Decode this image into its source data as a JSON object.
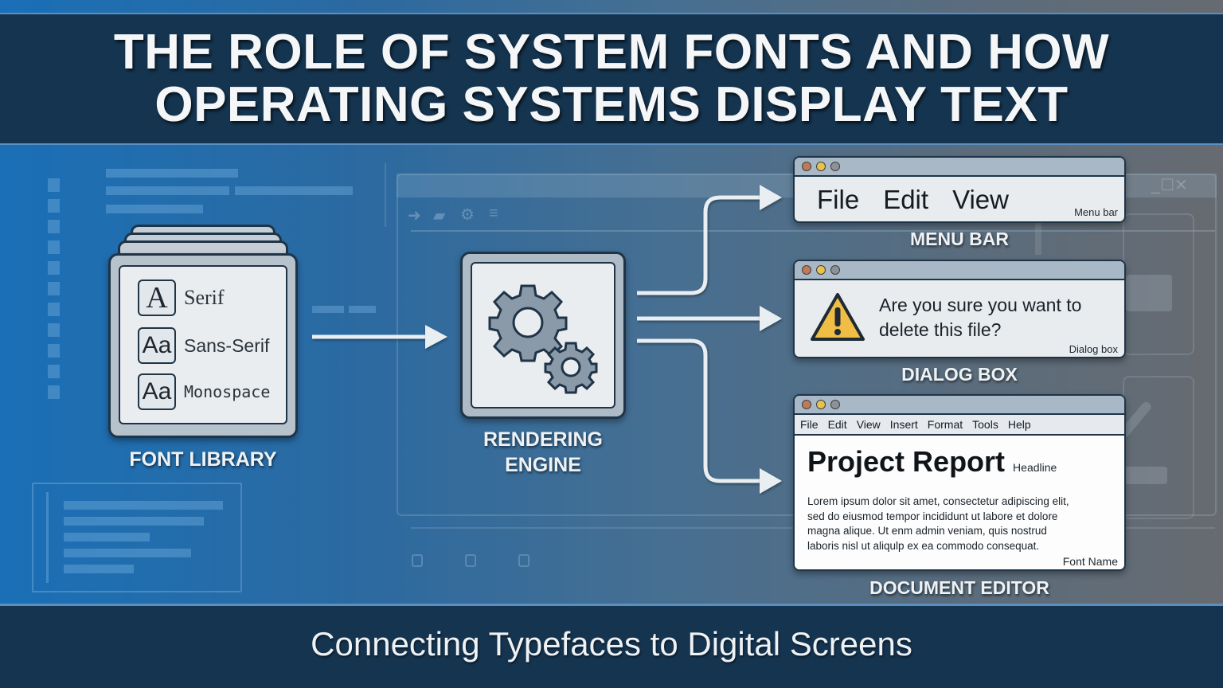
{
  "header": {
    "title_line1": "THE ROLE OF SYSTEM FONTS AND HOW",
    "title_line2": "OPERATING SYSTEMS DISPLAY TEXT"
  },
  "footer": {
    "subtitle": "Connecting Typefaces to Digital Screens"
  },
  "font_library": {
    "label": "FONT LIBRARY",
    "fonts": [
      {
        "glyph": "A",
        "name": "Serif"
      },
      {
        "glyph": "Aa",
        "name": "Sans-Serif"
      },
      {
        "glyph": "Aa",
        "name": "Monospace"
      }
    ]
  },
  "rendering_engine": {
    "label_line1": "RENDERING",
    "label_line2": "ENGINE",
    "icon": "gears-icon"
  },
  "menu_bar_window": {
    "label": "MENU BAR",
    "items": [
      "File",
      "Edit",
      "View"
    ],
    "corner_label": "Menu bar"
  },
  "dialog_window": {
    "label": "DIALOG BOX",
    "icon": "warning-icon",
    "message_line1": "Are you sure you want to",
    "message_line2": "delete this file?",
    "corner_label": "Dialog box"
  },
  "document_window": {
    "label": "DOCUMENT EDITOR",
    "menu": [
      "File",
      "Edit",
      "View",
      "Insert",
      "Format",
      "Tools",
      "Help"
    ],
    "headline": "Project Report",
    "headline_tag": "Headline",
    "body_lines": [
      "Lorem ipsum dolor sit amet, consectetur adipiscing elit,",
      "sed do eiusmod tempor incididunt ut labore et dolore",
      "magna alique. Ut enm admin veniam, quis nostrud",
      "laboris nisl ut aliqulp ex ea commodo consequat."
    ],
    "corner_label": "Font Name"
  },
  "colors": {
    "header_bg": "#15344f",
    "accent_border": "#5b8fbf",
    "dot_red": "#c07a55",
    "dot_yellow": "#e9c24a",
    "dot_gray": "#8d9296",
    "warning_yellow": "#f0bd45"
  }
}
